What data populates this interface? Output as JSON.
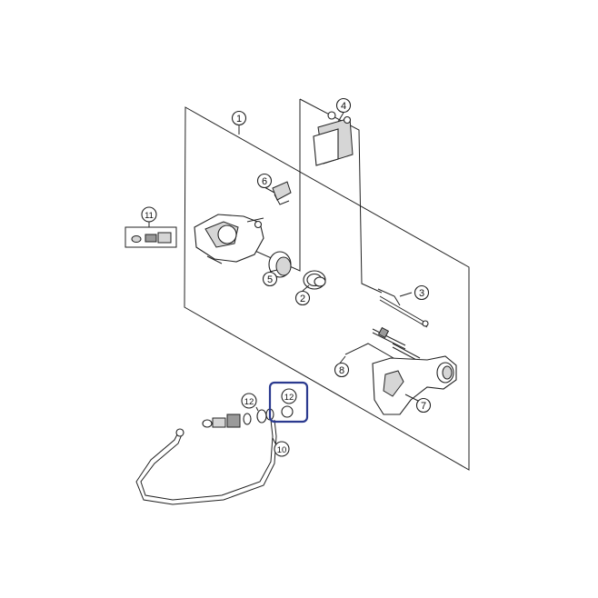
{
  "callouts": [
    {
      "id": "c1",
      "label": "1"
    },
    {
      "id": "c2",
      "label": "2"
    },
    {
      "id": "c3",
      "label": "3"
    },
    {
      "id": "c4",
      "label": "4"
    },
    {
      "id": "c5",
      "label": "5"
    },
    {
      "id": "c6",
      "label": "6"
    },
    {
      "id": "c7",
      "label": "7"
    },
    {
      "id": "c8",
      "label": "8"
    },
    {
      "id": "c10",
      "label": "10"
    },
    {
      "id": "c11",
      "label": "11"
    },
    {
      "id": "c12a",
      "label": "12"
    },
    {
      "id": "c12b",
      "label": "12"
    }
  ],
  "highlight_color": "#2b3a8f"
}
